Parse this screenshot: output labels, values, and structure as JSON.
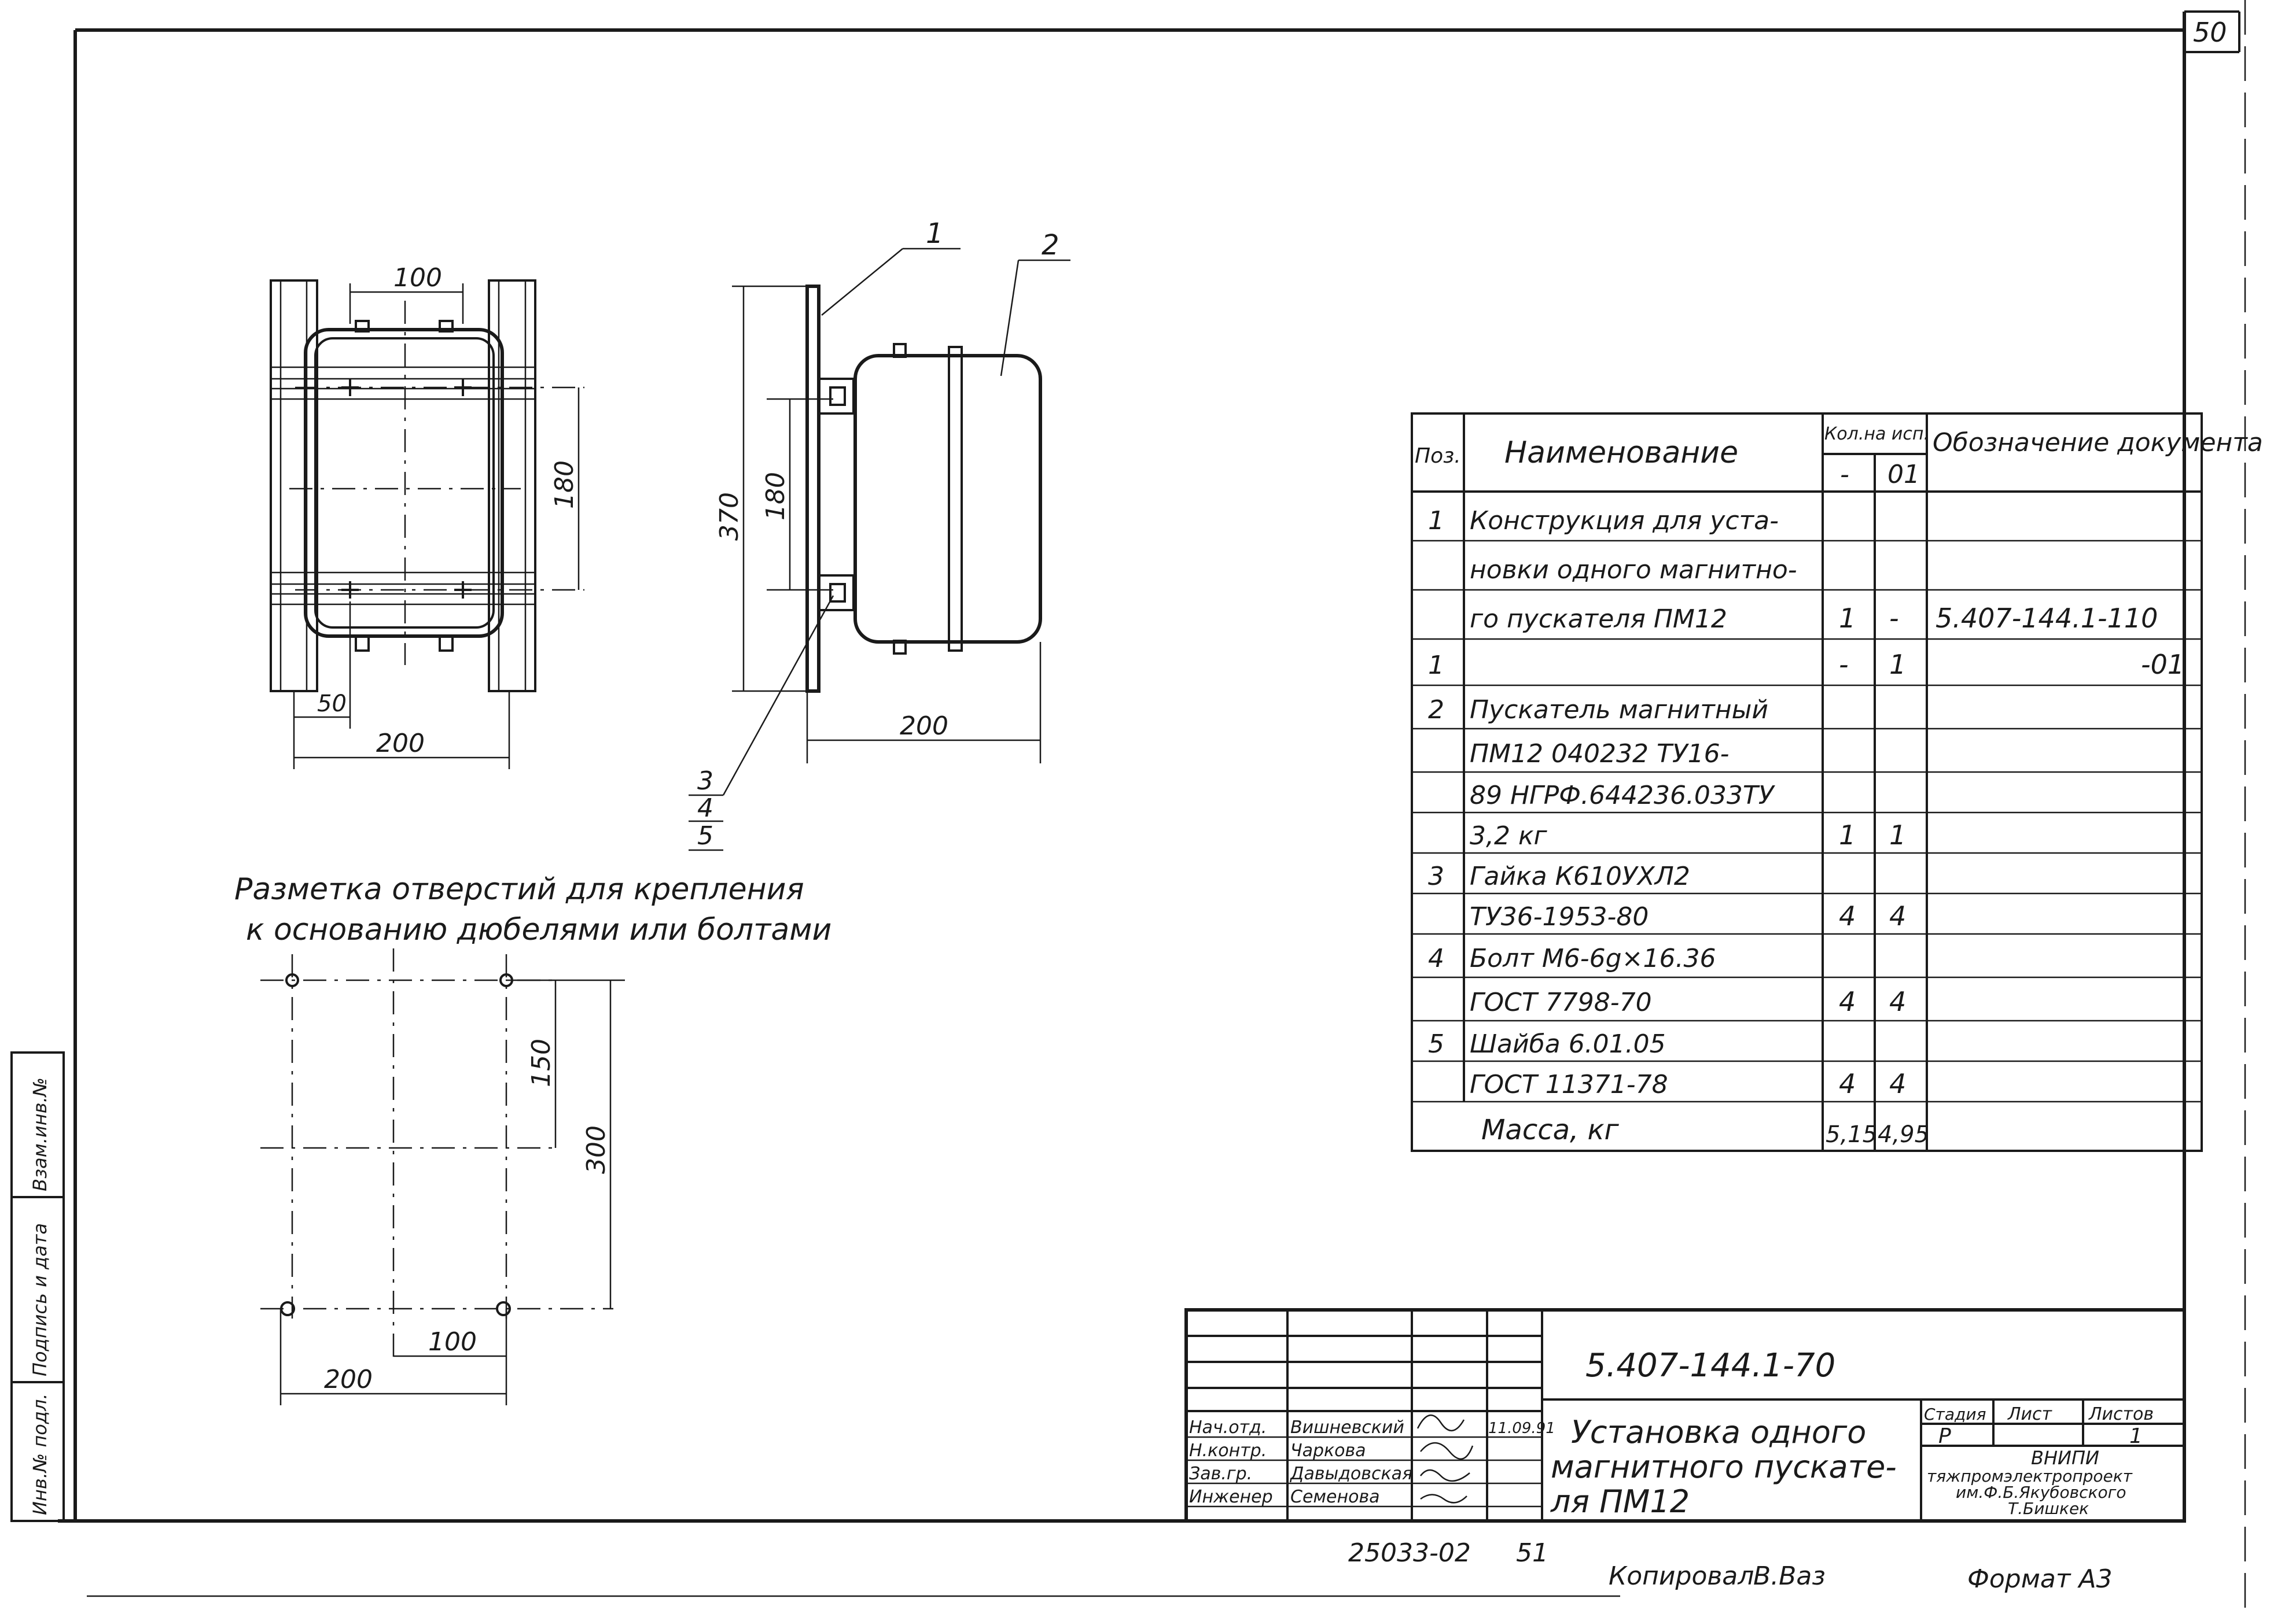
{
  "page_number": "50",
  "views": {
    "front": {
      "dim_top": "100",
      "dim_right": "180",
      "dim_bottom_left": "50",
      "dim_bottom": "200"
    },
    "side": {
      "dim_total": "370",
      "dim_inner": "180",
      "dim_bottom": "200"
    },
    "callouts": [
      "1",
      "2",
      "3",
      "4",
      "5"
    ]
  },
  "marking": {
    "caption_line1": "Разметка отверстий для крепления",
    "caption_line2": "к основанию дюбелями или болтами",
    "dim_150": "150",
    "dim_300": "300",
    "dim_100": "100",
    "dim_200": "200"
  },
  "spec_table": {
    "headers": {
      "pos": "Поз.",
      "name": "Наименование",
      "qty": "Кол.на исп.",
      "qty_sub": [
        "-",
        "01"
      ],
      "doc": "Обозначение документа"
    },
    "rows": [
      {
        "pos": "1",
        "name": "Конструкция для уста-",
        "q1": "",
        "q2": "",
        "doc": ""
      },
      {
        "pos": "",
        "name": "новки одного магнитно-",
        "q1": "",
        "q2": "",
        "doc": ""
      },
      {
        "pos": "",
        "name": "го пускателя ПМ12",
        "q1": "1",
        "q2": "-",
        "doc": "5.407-144.1-110"
      },
      {
        "pos": "1",
        "name": "",
        "q1": "-",
        "q2": "1",
        "doc": "-01"
      },
      {
        "pos": "2",
        "name": "Пускатель магнитный",
        "q1": "",
        "q2": "",
        "doc": ""
      },
      {
        "pos": "",
        "name": "ПМ12 040232 ТУ16-",
        "q1": "",
        "q2": "",
        "doc": ""
      },
      {
        "pos": "",
        "name": "89 НГРФ.644236.033ТУ",
        "q1": "",
        "q2": "",
        "doc": ""
      },
      {
        "pos": "",
        "name": "3,2 кг",
        "q1": "1",
        "q2": "1",
        "doc": ""
      },
      {
        "pos": "3",
        "name": "Гайка К610УХЛ2",
        "q1": "",
        "q2": "",
        "doc": ""
      },
      {
        "pos": "",
        "name": "ТУ36-1953-80",
        "q1": "4",
        "q2": "4",
        "doc": ""
      },
      {
        "pos": "4",
        "name": "Болт М6-6g×16.36",
        "q1": "",
        "q2": "",
        "doc": ""
      },
      {
        "pos": "",
        "name": "ГОСТ 7798-70",
        "q1": "4",
        "q2": "4",
        "doc": ""
      },
      {
        "pos": "5",
        "name": "Шайба 6.01.05",
        "q1": "",
        "q2": "",
        "doc": ""
      },
      {
        "pos": "",
        "name": "ГОСТ 11371-78",
        "q1": "4",
        "q2": "4",
        "doc": ""
      }
    ],
    "mass": {
      "label": "Масса, кг",
      "q1": "5,15",
      "q2": "4,95"
    }
  },
  "title_block": {
    "doc_code": "5.407-144.1-70",
    "title_line1": "Установка одного",
    "title_line2": "магнитного пускате-",
    "title_line3": "ля ПМ12",
    "roles": [
      "Нач.отд.",
      "Н.контр.",
      "Зав.гр.",
      "Инженер"
    ],
    "names": [
      "Вишневский",
      "Чаркова",
      "Давыдовская",
      "Семенова"
    ],
    "date": "11.09.91",
    "stage_label": "Стадия",
    "sheet_label": "Лист",
    "sheets_label": "Листов",
    "stage": "Р",
    "sheets": "1",
    "org_line1": "ВНИПИ",
    "org_line2": "тяжпромэлектропроект",
    "org_line3": "им.Ф.Б.Якубовского",
    "org_line4": "Т.Бишкек"
  },
  "left_stamp": [
    "Инв.№ подл.",
    "Подпись и дата",
    "Взам.инв.№"
  ],
  "footer": {
    "code": "25033-02",
    "sheet_no": "51",
    "copied": "Копировал",
    "copied_name": "В.Ваз",
    "format": "Формат А3"
  }
}
